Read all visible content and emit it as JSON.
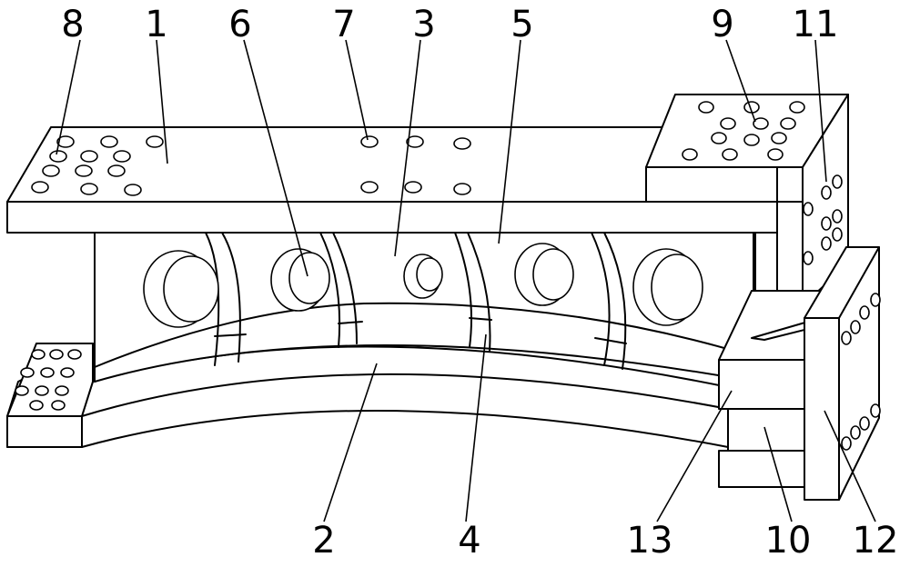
{
  "figure": {
    "labels": [
      "1",
      "2",
      "3",
      "4",
      "5",
      "6",
      "7",
      "8",
      "9",
      "10",
      "11",
      "12",
      "13"
    ]
  }
}
